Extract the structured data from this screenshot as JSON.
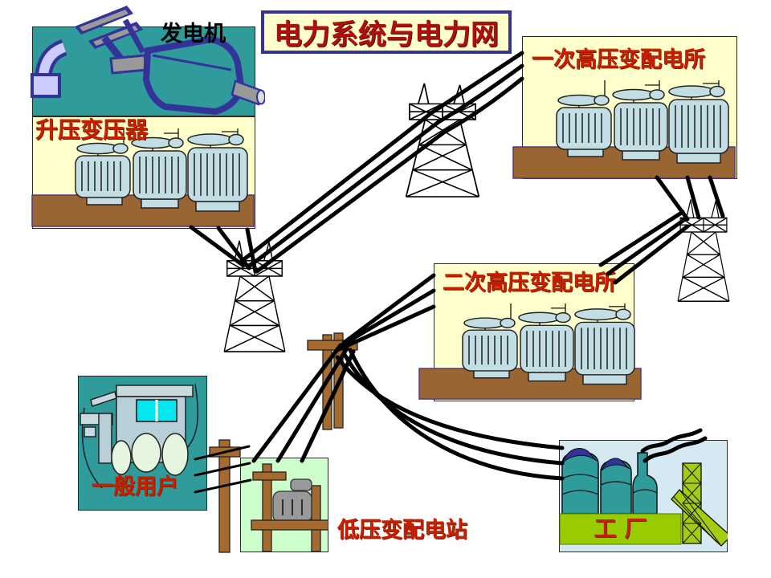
{
  "slide": {
    "title": "电力系统与电力网"
  },
  "labels": {
    "generator": "发电机",
    "step_up_transformer": "升压变压器",
    "primary_substation": "一次高压变配电所",
    "secondary_substation": "二次高压变配电所",
    "general_users": "一般用户",
    "low_voltage_station": "低压变配电站",
    "factory": "工厂"
  },
  "colors": {
    "title_text": "#AF0F0F",
    "title_border": "#333399",
    "label_red": "#C52000",
    "label_black": "#000000",
    "panel_cream": "#FFFFCC",
    "panel_teal": "#2F9B9B",
    "panel_light_green": "#CCFFCC",
    "panel_pale_blue": "#D4E9F2",
    "factory_band_green": "#99CC00",
    "transformer_blue": "#C2DEE4",
    "platform_brown": "#996633",
    "pole_brown": "#A56B2E",
    "machine_navy": "#333399",
    "machine_lavender": "#CCCCFF",
    "power_line_black": "#000000"
  },
  "icons": [
    "generator-icon",
    "transformer-bank-icon",
    "transmission-tower-icon",
    "utility-pole-icon",
    "house-icon",
    "pole-transformer-icon",
    "factory-icon",
    "smoke-icon",
    "power-lines"
  ]
}
